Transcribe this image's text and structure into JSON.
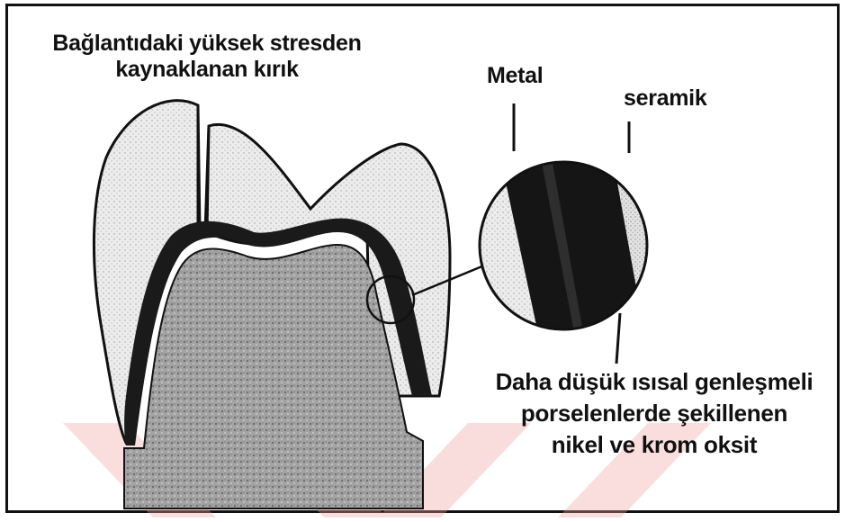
{
  "labels": {
    "fracture_line1": "Bağlantıdaki yüksek stresden",
    "fracture_line2": "kaynaklanan kırık",
    "metal": "Metal",
    "ceramic": "seramik",
    "oxide_line1": "Daha düşük ısısal genleşmeli",
    "oxide_line2": "porselenlerde şekillenen",
    "oxide_line3": "nikel ve krom oksit"
  },
  "colors": {
    "ink": "#111111",
    "porcelain": "#e9e9e9",
    "tooth_core": "#9a9a9a",
    "metal_coping": "#1a1a1a",
    "watermark": "#f4c4c4"
  }
}
